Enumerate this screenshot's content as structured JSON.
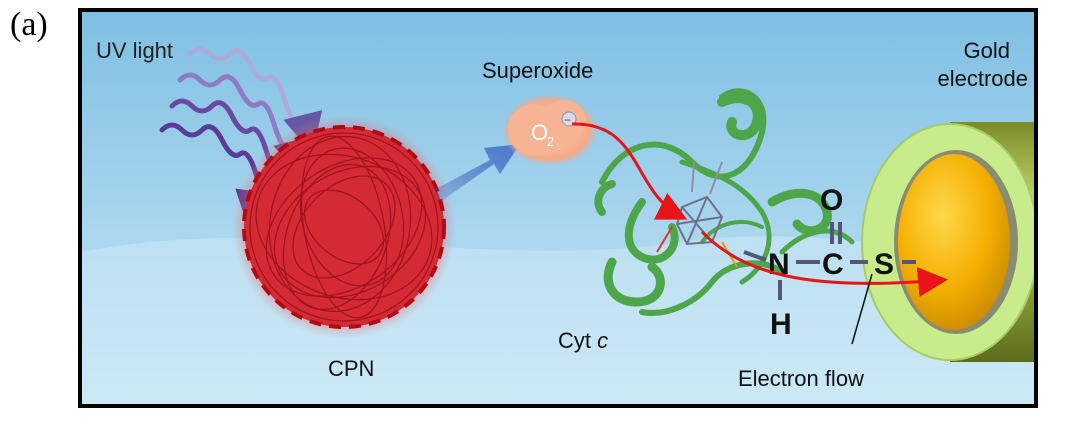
{
  "panel_label": "(a)",
  "labels": {
    "uv_light": "UV light",
    "superoxide": "Superoxide",
    "o2_base": "O",
    "o2_sub": "2",
    "o2_charge": "−",
    "gold_electrode_line1": "Gold",
    "gold_electrode_line2": "electrode",
    "cpn": "CPN",
    "cyt_base": "Cyt ",
    "cyt_italic": "c",
    "electron_flow": "Electron flow",
    "atom_o": "O",
    "atom_n": "N",
    "atom_c": "C",
    "atom_s": "S",
    "atom_h": "H"
  },
  "colors": {
    "background_top": "#86c4e6",
    "background_bottom": "#c2e4f4",
    "cpn_red": "#c8141e",
    "arrow_blue": "#3b5fb0",
    "uv_purple": "#6a4aa0",
    "protein_green": "#4ea64a",
    "gold": "#f4b400",
    "ring_green": "#c8ec8c",
    "electron_arrow": "#e8141a",
    "superoxide_fill": "#f6b494"
  }
}
